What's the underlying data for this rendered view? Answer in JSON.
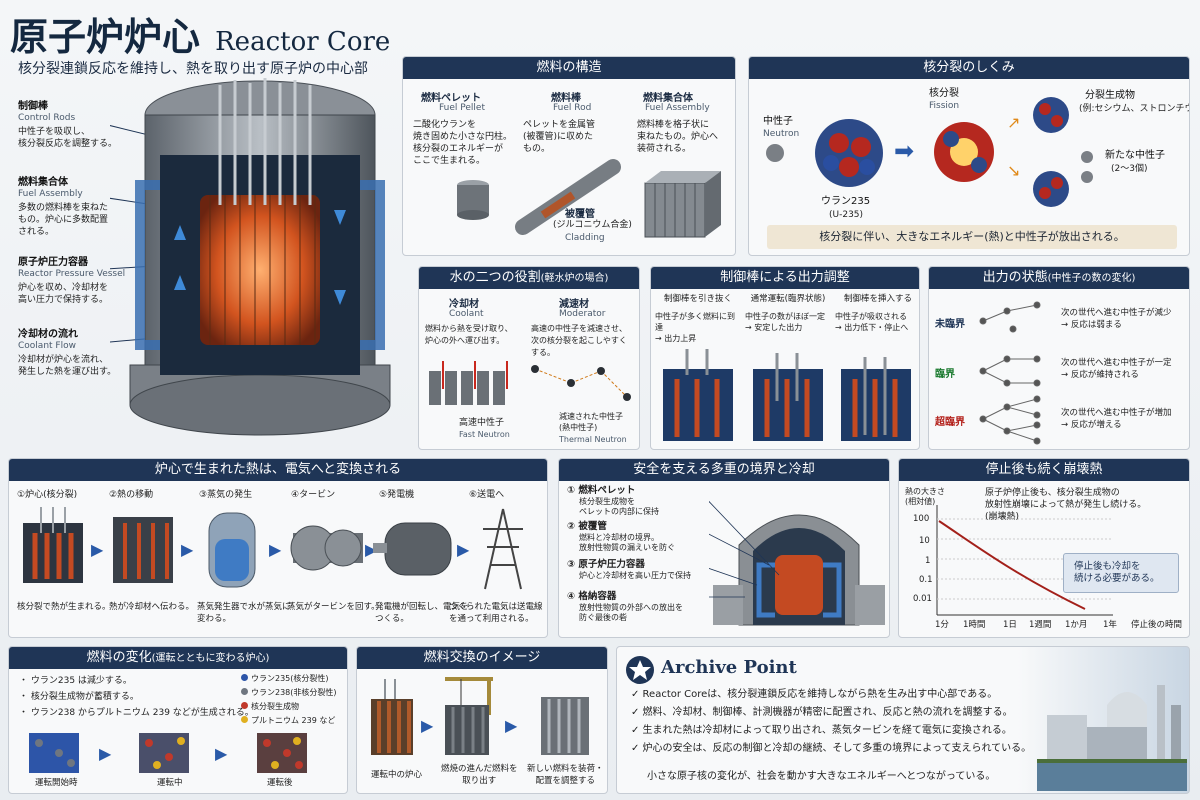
{
  "header": {
    "title_jp": "原子炉炉心",
    "title_en": "Reactor Core",
    "subtitle": "核分裂連鎖反応を維持し、熱を取り出す原子炉の中心部"
  },
  "left_labels": [
    {
      "jp": "制御棒",
      "en": "Control Rods",
      "desc": "中性子を吸収し、\n核分裂反応を調整する。"
    },
    {
      "jp": "燃料集合体",
      "en": "Fuel Assembly",
      "desc": "多数の燃料棒を束ねた\nもの。炉心に多数配置\nされる。"
    },
    {
      "jp": "原子炉圧力容器",
      "en": "Reactor Pressure Vessel",
      "desc": "炉心を収め、冷却材を\n高い圧力で保持する。"
    },
    {
      "jp": "冷却材の流れ",
      "en": "Coolant Flow",
      "desc": "冷却材が炉心を流れ、\n発生した熱を運び出す。"
    }
  ],
  "fuel_structure": {
    "title": "燃料の構造",
    "items": [
      {
        "jp": "燃料ペレット",
        "en": "Fuel Pellet",
        "desc": "二酸化ウランを\n焼き固めた小さな円柱。\n核分裂のエネルギーが\nここで生まれる。"
      },
      {
        "jp": "燃料棒",
        "en": "Fuel Rod",
        "desc": "ペレットを金属管\n(被覆管)に収めた\nもの。"
      },
      {
        "jp": "燃料集合体",
        "en": "Fuel Assembly",
        "desc": "燃料棒を格子状に\n束ねたもの。炉心へ\n装荷される。"
      }
    ],
    "cladding": {
      "jp": "被覆管",
      "sub": "(ジルコニウム合金)",
      "en": "Cladding"
    }
  },
  "fission": {
    "title": "核分裂のしくみ",
    "neutron": "中性子",
    "neutron_en": "Neutron",
    "u235": "ウラン235",
    "u235_sub": "(U-235)",
    "fission": "核分裂",
    "fission_en": "Fission",
    "products": "分裂生成物",
    "products_sub": "(例:セシウム、ストロンチウム)",
    "new_neutrons": "新たな中性子",
    "new_neutrons_sub": "(2〜3個)",
    "note": "核分裂に伴い、大きなエネルギー(熱)と中性子が放出される。"
  },
  "water": {
    "title": "水の二つの役割",
    "title_sub": "(軽水炉の場合)",
    "coolant": "冷却材",
    "coolant_en": "Coolant",
    "coolant_desc": "燃料から熱を受け取り、\n炉心の外へ運び出す。",
    "moderator": "減速材",
    "moderator_en": "Moderator",
    "moderator_desc": "高速の中性子を減速させ、\n次の核分裂を起こしやすく\nする。",
    "fast": "高速中性子",
    "fast_en": "Fast Neutron",
    "thermal": "減速された中性子\n(熱中性子)",
    "thermal_en": "Thermal Neutron"
  },
  "control": {
    "title": "制御棒による出力調整",
    "cols": [
      {
        "head": "制御棒を引き抜く",
        "desc": "中性子が多く燃料に到達\n→ 出力上昇"
      },
      {
        "head": "通常運転(臨界状態)",
        "desc": "中性子の数がほぼ一定\n→ 安定した出力"
      },
      {
        "head": "制御棒を挿入する",
        "desc": "中性子が吸収される\n→ 出力低下・停止へ"
      }
    ]
  },
  "power": {
    "title": "出力の状態",
    "title_sub": "(中性子の数の変化)",
    "rows": [
      {
        "name": "未臨界",
        "desc": "次の世代へ進む中性子が減少\n→ 反応は弱まる",
        "color": "#1f3556"
      },
      {
        "name": "臨界",
        "desc": "次の世代へ進む中性子が一定\n→ 反応が維持される",
        "color": "#1a7a2e"
      },
      {
        "name": "超臨界",
        "desc": "次の世代へ進む中性子が増加\n→ 反応が増える",
        "color": "#b3201a"
      }
    ]
  },
  "heat": {
    "title": "炉心で生まれた熱は、電気へと変換される",
    "steps": [
      {
        "head": "①炉心(核分裂)",
        "desc": "核分裂で熱が生まれる。"
      },
      {
        "head": "②熱の移動",
        "desc": "熱が冷却材へ伝わる。"
      },
      {
        "head": "③蒸気の発生",
        "desc": "蒸気発生器で水が蒸気に\n変わる。"
      },
      {
        "head": "④タービン",
        "desc": "蒸気がタービンを回す。"
      },
      {
        "head": "⑤発電機",
        "desc": "発電機が回転し、電気を\nつくる。"
      },
      {
        "head": "⑥送電へ",
        "desc": "つくられた電気は送電線\nを通って利用される。"
      }
    ]
  },
  "safety": {
    "title": "安全を支える多重の境界と冷却",
    "items": [
      {
        "head": "① 燃料ペレット",
        "desc": "核分裂生成物を\nペレットの内部に保持"
      },
      {
        "head": "② 被覆管",
        "desc": "燃料と冷却材の境界。\n放射性物質の漏えいを防ぐ"
      },
      {
        "head": "③ 原子炉圧力容器",
        "desc": "炉心と冷却材を高い圧力で保持"
      },
      {
        "head": "④ 格納容器",
        "desc": "放射性物質の外部への放出を\n防ぐ最後の砦"
      }
    ]
  },
  "decay": {
    "title": "停止後も続く崩壊熱",
    "ylabel": "熱の大きさ\n(相対値)",
    "yticks": [
      "100",
      "10",
      "1",
      "0.1",
      "0.01"
    ],
    "xticks": [
      "1分",
      "1時間",
      "1日",
      "1週間",
      "1か月",
      "1年",
      "停止後の時間"
    ],
    "desc": "原子炉停止後も、核分裂生成物の\n放射性崩壊によって熱が発生し続ける。\n(崩壊熱)",
    "callout": "停止後も冷却を\n続ける必要がある。"
  },
  "fuel_change": {
    "title": "燃料の変化",
    "title_sub": "(運転とともに変わる炉心)",
    "bullets": [
      "・ ウラン235 は減少する。",
      "・ 核分裂生成物が蓄積する。",
      "・ ウラン238 からプルトニウム 239 などが生成される。"
    ],
    "legend": [
      "ウラン235(核分裂性)",
      "ウラン238(非核分裂性)",
      "核分裂生成物",
      "プルトニウム 239 など"
    ],
    "stages": [
      "運転開始時",
      "運転中",
      "運転後"
    ]
  },
  "refuel": {
    "title": "燃料交換のイメージ",
    "captions": [
      "運転中の炉心",
      "燃焼の進んだ燃料を\n取り出す",
      "新しい燃料を装荷・\n配置を調整する"
    ]
  },
  "archive": {
    "title": "Archive Point",
    "points": [
      "✓ Reactor Coreは、核分裂連鎖反応を維持しながら熱を生み出す中心部である。",
      "✓ 燃料、冷却材、制御棒、計測機器が精密に配置され、反応と熱の流れを調整する。",
      "✓ 生まれた熱は冷却材によって取り出され、蒸気タービンを経て電気に変換される。",
      "✓ 炉心の安全は、反応の制御と冷却の継続、そして多重の境界によって支えられている。"
    ],
    "closing": "小さな原子核の変化が、社会を動かす大きなエネルギーへとつながっている。"
  }
}
